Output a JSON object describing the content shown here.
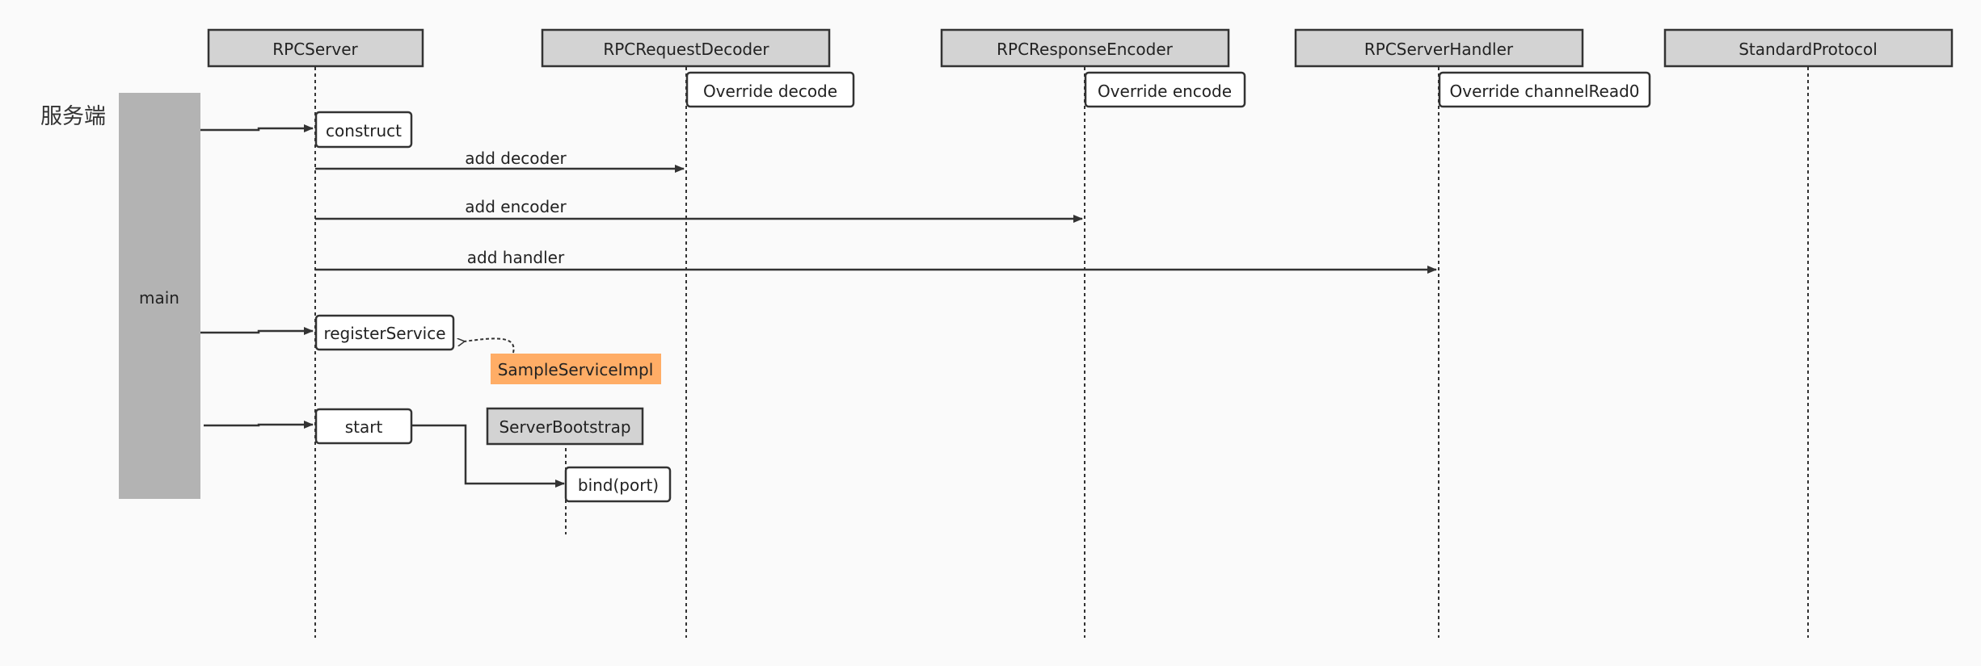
{
  "diagram": {
    "side_label": "服务端",
    "actor_label": "main",
    "participants": [
      {
        "id": "rpcserver",
        "label": "RPCServer"
      },
      {
        "id": "decoder",
        "label": "RPCRequestDecoder"
      },
      {
        "id": "encoder",
        "label": "RPCResponseEncoder"
      },
      {
        "id": "handler",
        "label": "RPCServerHandler"
      },
      {
        "id": "protocol",
        "label": "StandardProtocol"
      }
    ],
    "overrides": [
      {
        "id": "override-decode",
        "label": "Override decode"
      },
      {
        "id": "override-encode",
        "label": "Override encode"
      },
      {
        "id": "override-channelread0",
        "label": "Override channelRead0"
      }
    ],
    "activations": [
      {
        "id": "construct",
        "label": "construct"
      },
      {
        "id": "register-service",
        "label": "registerService"
      },
      {
        "id": "start",
        "label": "start"
      },
      {
        "id": "bind-port",
        "label": "bind(port)"
      }
    ],
    "messages": [
      {
        "id": "add-decoder",
        "label": "add decoder"
      },
      {
        "id": "add-encoder",
        "label": "add encoder"
      },
      {
        "id": "add-handler",
        "label": "add handler"
      }
    ],
    "sample_impl": {
      "label": "SampleServiceImpl",
      "color": "#ffad66"
    },
    "bootstrap": {
      "label": "ServerBootstrap"
    },
    "colors": {
      "header_fill": "#d3d3d3",
      "actor_fill": "#b3b3b3",
      "line": "#333333",
      "background": "#fafafa"
    }
  }
}
